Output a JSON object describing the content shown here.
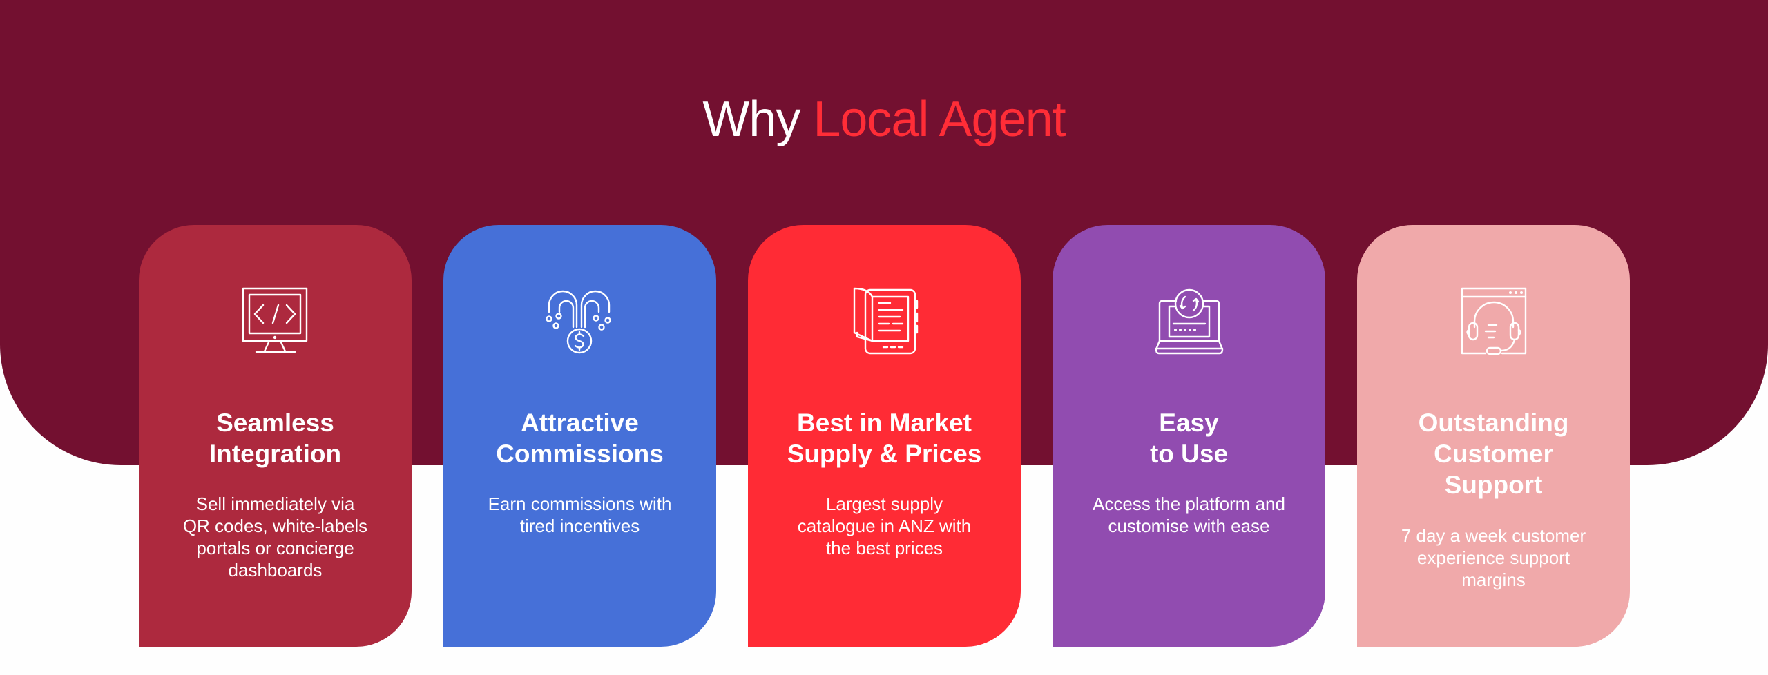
{
  "title": {
    "part1": "Why",
    "part2": "Local Agent",
    "part1_color": "#ffffff",
    "part2_color": "#ff2d37"
  },
  "colors": {
    "band": "#731030",
    "background": "#fefefe"
  },
  "cards": [
    {
      "icon": "monitor-code-icon",
      "heading": "Seamless\nIntegration",
      "body": "Sell immediately via\nQR codes, white-labels\nportals or concierge\ndashboards",
      "color": "#ad293e"
    },
    {
      "icon": "fountain-dollar-icon",
      "heading": "Attractive\nCommissions",
      "body": "Earn commissions with\ntired incentives",
      "color": "#4670d8"
    },
    {
      "icon": "catalogue-tablet-icon",
      "heading": "Best in Market\nSupply & Prices",
      "body": "Largest supply\ncatalogue in ANZ with\nthe best prices",
      "color": "#ff2b35"
    },
    {
      "icon": "laptop-sync-icon",
      "heading": "Easy\nto Use",
      "body": "Access the platform and\ncustomise with ease",
      "color": "#914cb0"
    },
    {
      "icon": "headset-support-icon",
      "heading": "Outstanding\nCustomer\nSupport",
      "body": "7 day a week customer\nexperience support\nmargins",
      "color": "#f0a9aa"
    }
  ]
}
